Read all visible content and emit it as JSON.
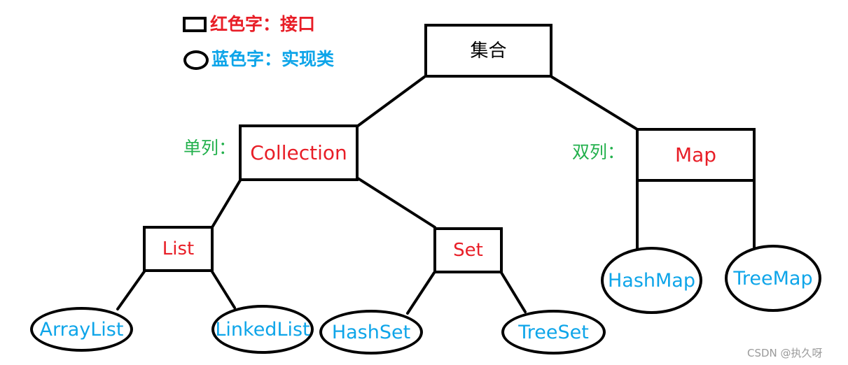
{
  "legend": {
    "interface_label": "红色字：接口",
    "impl_label": "蓝色字：实现类"
  },
  "nodes": {
    "root": "集合",
    "collection": "Collection",
    "map": "Map",
    "list": "List",
    "set": "Set",
    "arraylist": "ArrayList",
    "linkedlist": "LinkedList",
    "hashset": "HashSet",
    "treeset": "TreeSet",
    "hashmap": "HashMap",
    "treemap": "TreeMap"
  },
  "labels": {
    "single": "单列：",
    "double": "双列："
  },
  "watermark": "CSDN @执久呀",
  "colors": {
    "interface": "#e81e27",
    "implementation": "#0ea5e9",
    "annotation": "#22b04c",
    "line": "#000000"
  }
}
